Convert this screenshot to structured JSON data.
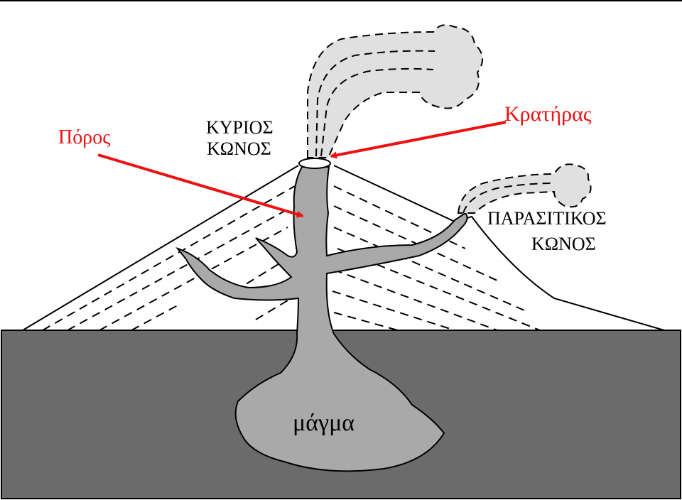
{
  "labels": {
    "main_cone": [
      "ΚΥΡΙΟΣ",
      "ΚΩΝΟΣ"
    ],
    "parasitic_cone": [
      "ΠΑΡΑΣΙΤΙΚΟΣ",
      "ΚΩΝΟΣ"
    ],
    "crater": "Κρατήρας",
    "conduit": "Πόρος",
    "magma": "μάγμα"
  },
  "colors": {
    "ground": "#6b6b6b",
    "magma": "#a9a9a9",
    "smoke": "#e0e0e0",
    "arrow": "#ee1111",
    "line": "#000000",
    "red_text": "#ee1111"
  }
}
